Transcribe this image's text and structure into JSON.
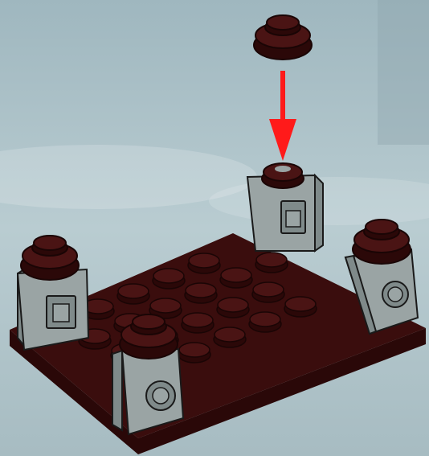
{
  "scene": {
    "kind": "building-instruction-step",
    "background": {
      "top": "#9fb7bf",
      "mid": "#b9ccd1",
      "bottom": "#a7bcc2"
    },
    "colors": {
      "plate_top": "#3a0d0d",
      "plate_side": "#2a0808",
      "stud_top": "#4a1414",
      "stud_side": "#2b0808",
      "bracket_face": "#9aa4a4",
      "bracket_side": "#7f8a8a",
      "bracket_outline": "#1a1a1a",
      "arrow": "#ff1a1a"
    },
    "parts": [
      {
        "name": "dark-red-plate-4x6",
        "count": 1
      },
      {
        "name": "light-gray-bracket",
        "count": 4
      },
      {
        "name": "dark-red-round-plate-1x1",
        "count": 4
      }
    ],
    "action": {
      "icon": "down-arrow-icon",
      "description_visible": false
    }
  }
}
